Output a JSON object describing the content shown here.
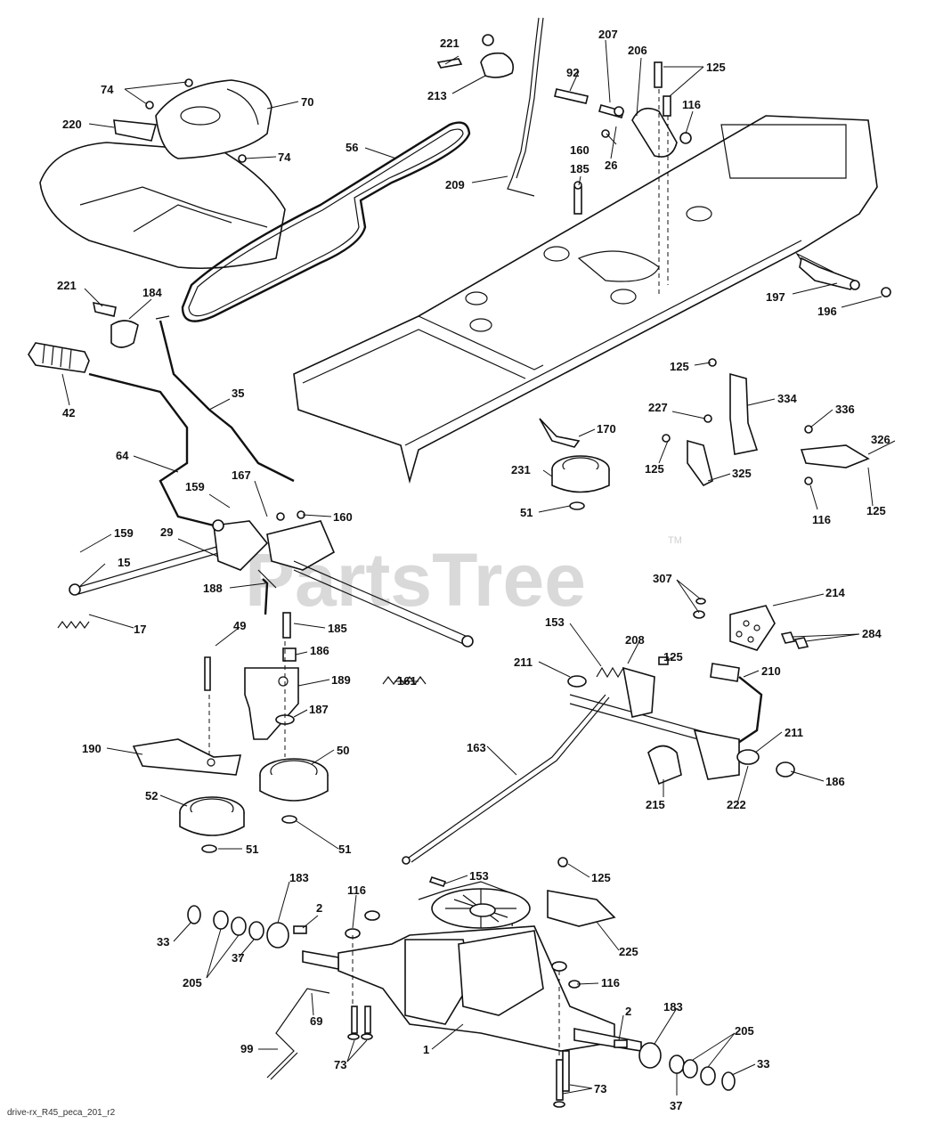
{
  "watermark": {
    "text": "PartsTree",
    "trademark": "TM"
  },
  "footer_code": "drive-rx_R45_peca_201_r2",
  "callouts": [
    {
      "label": "221"
    },
    {
      "label": "207"
    },
    {
      "label": "206"
    },
    {
      "label": "125"
    },
    {
      "label": "74"
    },
    {
      "label": "92"
    },
    {
      "label": "213"
    },
    {
      "label": "70"
    },
    {
      "label": "116"
    },
    {
      "label": "220"
    },
    {
      "label": "160"
    },
    {
      "label": "26"
    },
    {
      "label": "56"
    },
    {
      "label": "74"
    },
    {
      "label": "185"
    },
    {
      "label": "209"
    },
    {
      "label": "221"
    },
    {
      "label": "184"
    },
    {
      "label": "197"
    },
    {
      "label": "196"
    },
    {
      "label": "42"
    },
    {
      "label": "35"
    },
    {
      "label": "125"
    },
    {
      "label": "334"
    },
    {
      "label": "227"
    },
    {
      "label": "336"
    },
    {
      "label": "170"
    },
    {
      "label": "326"
    },
    {
      "label": "64"
    },
    {
      "label": "167"
    },
    {
      "label": "125"
    },
    {
      "label": "231"
    },
    {
      "label": "325"
    },
    {
      "label": "159"
    },
    {
      "label": "160"
    },
    {
      "label": "51"
    },
    {
      "label": "116"
    },
    {
      "label": "125"
    },
    {
      "label": "159"
    },
    {
      "label": "29"
    },
    {
      "label": "15"
    },
    {
      "label": "188"
    },
    {
      "label": "307"
    },
    {
      "label": "214"
    },
    {
      "label": "17"
    },
    {
      "label": "49"
    },
    {
      "label": "185"
    },
    {
      "label": "153"
    },
    {
      "label": "208"
    },
    {
      "label": "284"
    },
    {
      "label": "186"
    },
    {
      "label": "211"
    },
    {
      "label": "125"
    },
    {
      "label": "210"
    },
    {
      "label": "189"
    },
    {
      "label": "161"
    },
    {
      "label": "187"
    },
    {
      "label": "50"
    },
    {
      "label": "163"
    },
    {
      "label": "211"
    },
    {
      "label": "190"
    },
    {
      "label": "186"
    },
    {
      "label": "52"
    },
    {
      "label": "215"
    },
    {
      "label": "222"
    },
    {
      "label": "51"
    },
    {
      "label": "51"
    },
    {
      "label": "153"
    },
    {
      "label": "125"
    },
    {
      "label": "183"
    },
    {
      "label": "116"
    },
    {
      "label": "33"
    },
    {
      "label": "2"
    },
    {
      "label": "225"
    },
    {
      "label": "37"
    },
    {
      "label": "205"
    },
    {
      "label": "116"
    },
    {
      "label": "69"
    },
    {
      "label": "2"
    },
    {
      "label": "183"
    },
    {
      "label": "99"
    },
    {
      "label": "73"
    },
    {
      "label": "1"
    },
    {
      "label": "205"
    },
    {
      "label": "33"
    },
    {
      "label": "73"
    },
    {
      "label": "37"
    }
  ]
}
